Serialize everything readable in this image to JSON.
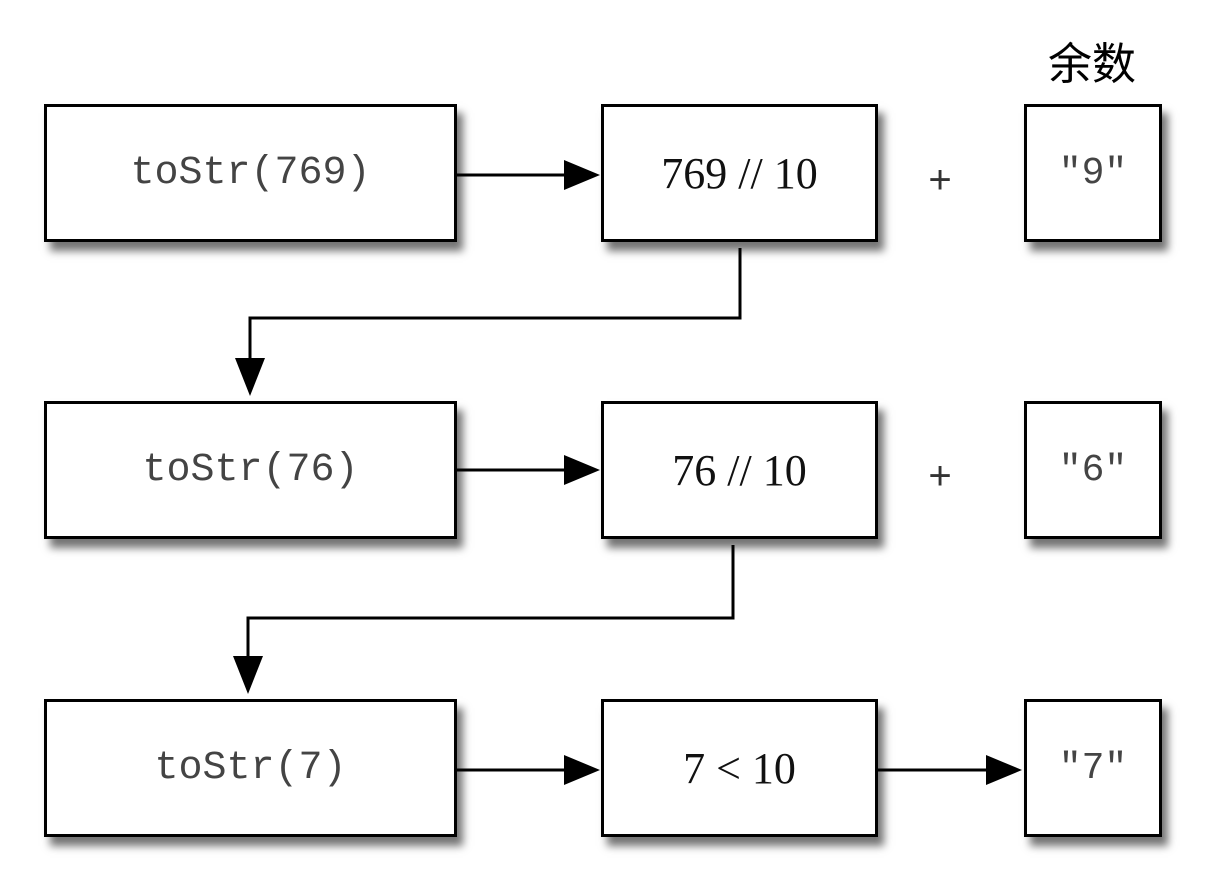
{
  "remainder_header": "余数",
  "rows": [
    {
      "call": "toStr(769)",
      "operation": "769 // 10",
      "joiner": "+",
      "remainder": "\"9\""
    },
    {
      "call": "toStr(76)",
      "operation": "76 // 10",
      "joiner": "+",
      "remainder": "\"6\""
    },
    {
      "call": "toStr(7)",
      "operation": "7 < 10",
      "joiner": "",
      "remainder": "\"7\""
    }
  ]
}
